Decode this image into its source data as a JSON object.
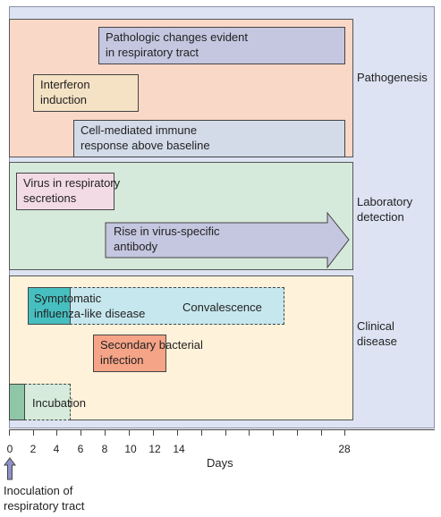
{
  "sections": {
    "pathogenesis": "Pathogenesis",
    "laboratory": "Laboratory\ndetection",
    "clinical": "Clinical\ndisease"
  },
  "bars": {
    "pathologic": "Pathologic changes evident\nin respiratory tract",
    "interferon": "Interferon\ninduction",
    "cmi": "Cell-mediated immune\nresponse above baseline",
    "virus_secretions": "Virus in respiratory\nsecretions",
    "antibody": "Rise in virus-specific\nantibody",
    "symptomatic": "Symptomatic\ninfluenza-like disease",
    "convalescence": "Convalescence",
    "secondary": "Secondary bacterial\ninfection",
    "incubation": "Incubation"
  },
  "axis": {
    "ticks": [
      "0",
      "2",
      "4",
      "6",
      "8",
      "10",
      "12",
      "14",
      "28"
    ],
    "label": "Days"
  },
  "inoculation": "Inoculation of\nrespiratory tract",
  "colors": {
    "pathogenesis_bg": "#fad8c8",
    "laboratory_bg": "#d6eadb",
    "clinical_bg": "#fef2da",
    "purple_bar": "#c5c6e0",
    "interferon": "#f5e2c4",
    "cmi": "#d3dbe9",
    "virus": "#f3dbe6",
    "symptomatic": "#47bfc0",
    "convalescence": "#c6e7ee",
    "secondary": "#f6a487",
    "incubation_solid": "#8fc6a7",
    "incubation_dashed": "#d6ebdc"
  }
}
